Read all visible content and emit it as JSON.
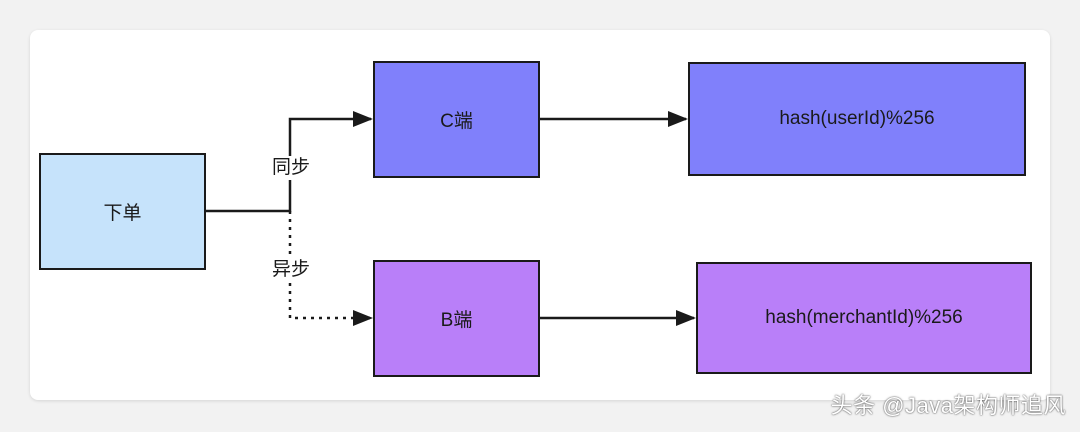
{
  "colors": {
    "page_background": "#f2f2f2",
    "canvas_background": "#ffffff",
    "order_fill": "#c6e3fb",
    "c_side_fill": "#8080fb",
    "b_side_fill": "#b97ff9",
    "line": "#1a1a1a"
  },
  "nodes": {
    "order": "下单",
    "c_side": "C端",
    "b_side": "B端",
    "hash_user": "hash(userId)%256",
    "hash_merchant": "hash(merchantId)%256"
  },
  "edges": {
    "sync_label": "同步",
    "async_label": "异步"
  },
  "watermark": "头条 @Java架构师追风"
}
